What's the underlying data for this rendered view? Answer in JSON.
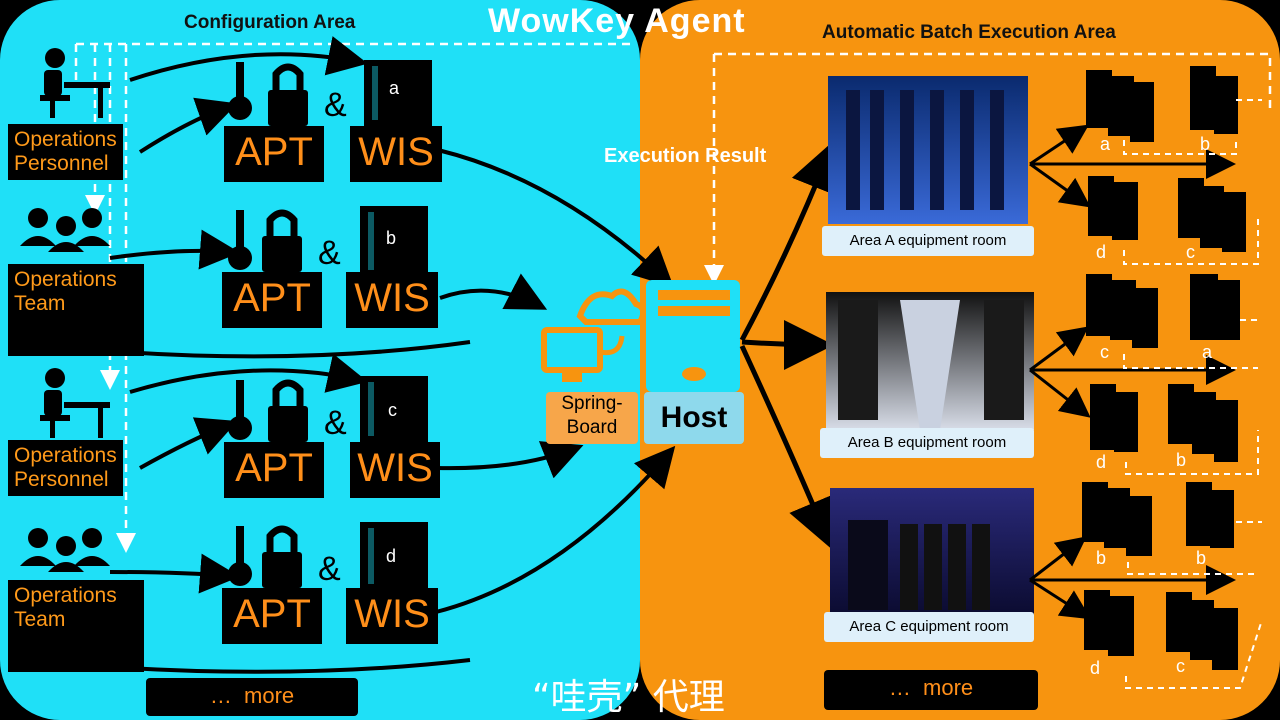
{
  "title": "WowKey Agent",
  "left_header": "Configuration Area",
  "right_header": "Automatic Batch Execution Area",
  "roles": [
    "Operations Personnel",
    "Operations Team",
    "Operations Personnel",
    "Operations Team"
  ],
  "role_lines": [
    [
      "Operations",
      "Personnel"
    ],
    [
      "Operations",
      "Team"
    ],
    [
      "Operations",
      "Personnel"
    ],
    [
      "Operations",
      "Team"
    ]
  ],
  "apt_label": "APT",
  "wis_label": "WIS",
  "amp": "&",
  "rack_letters": [
    "a",
    "b",
    "c",
    "d"
  ],
  "execution_result": "Execution Result",
  "springboard": [
    "Spring-",
    "Board"
  ],
  "host": "Host",
  "rooms": [
    "Area A equipment room",
    "Area B equipment room",
    "Area C equipment room"
  ],
  "server_labels": {
    "room_a": [
      "a",
      "b",
      "d",
      "c"
    ],
    "room_b": [
      "c",
      "a",
      "d",
      "b"
    ],
    "room_c": [
      "b",
      "b",
      "d",
      "c"
    ]
  },
  "more_dots": "…",
  "more_label": "more",
  "chinese_caption": "“哇壳”  代理",
  "colors": {
    "left_panel": "#1fe0f7",
    "right_panel": "#f7940f",
    "accent_orange": "#ff8f1a",
    "background": "#000000"
  }
}
